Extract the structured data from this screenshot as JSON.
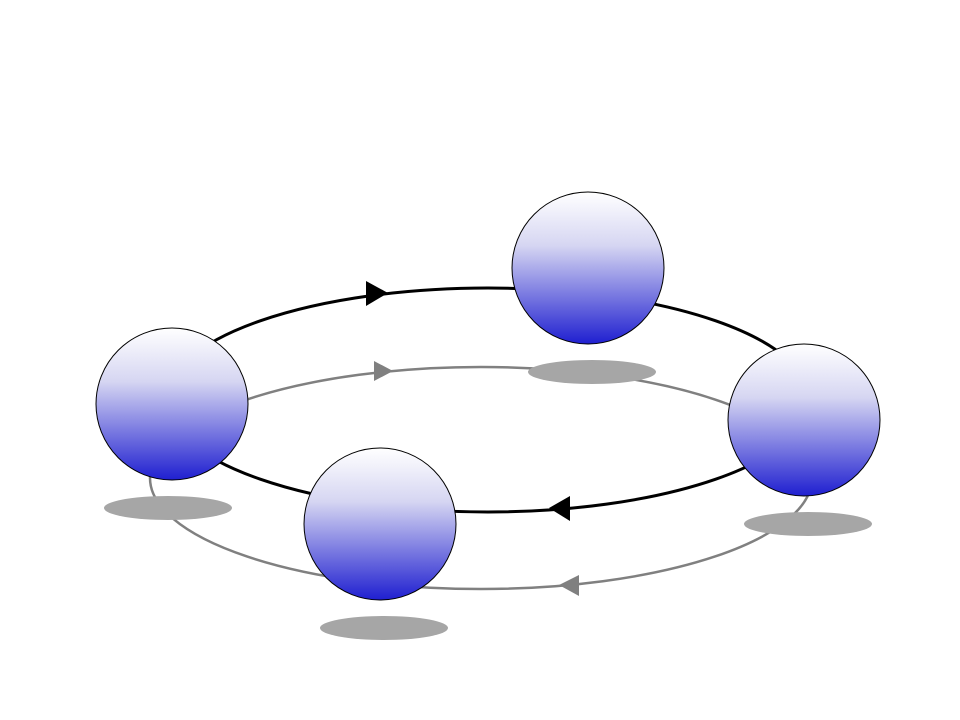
{
  "diagram": {
    "type": "cycle",
    "colors": {
      "background": "#ffffff",
      "orbit_front": "#000000",
      "orbit_shadow": "#808080",
      "node_shadow": "#a6a6a6",
      "sphere_top": "#ffffff",
      "sphere_bottom": "#1f1fd0",
      "sphere_outline": "#000000"
    },
    "direction": "clockwise",
    "node_count": 4,
    "nodes": [
      {
        "id": "node-1",
        "shape": "sphere",
        "label": ""
      },
      {
        "id": "node-2",
        "shape": "sphere",
        "label": ""
      },
      {
        "id": "node-3",
        "shape": "sphere",
        "label": ""
      },
      {
        "id": "node-4",
        "shape": "sphere",
        "label": ""
      }
    ]
  }
}
